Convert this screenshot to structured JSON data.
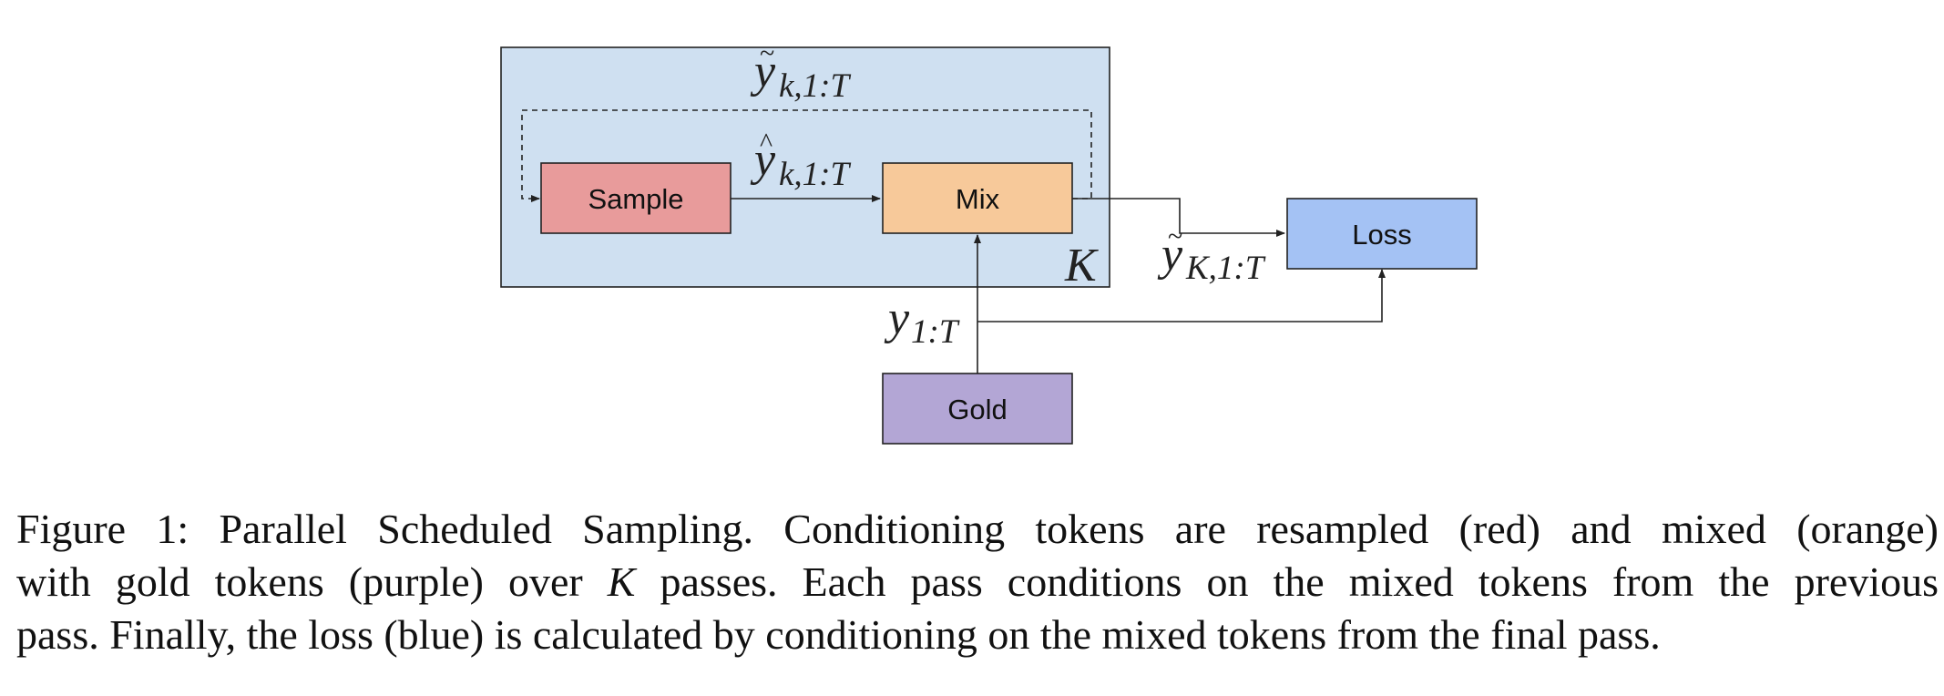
{
  "diagram": {
    "colors": {
      "container_fill": "#cfe0f1",
      "sample_fill": "#e89b9b",
      "mix_fill": "#f7c99a",
      "loss_fill": "#a4c2f4",
      "gold_fill": "#b3a6d5",
      "stroke": "#222222"
    },
    "nodes": {
      "sample": "Sample",
      "mix": "Mix",
      "loss": "Loss",
      "gold": "Gold"
    },
    "math_labels": {
      "loop_tilde_y": {
        "base": "y",
        "accent": "~",
        "sub": "k,1:T"
      },
      "hat_y": {
        "base": "y",
        "accent": "^",
        "sub": "k,1:T"
      },
      "passes_K": "K",
      "final_tilde_y": {
        "base": "y",
        "accent": "~",
        "sub": "K,1:T"
      },
      "gold_y": {
        "base": "y",
        "sub": "1:T"
      }
    },
    "edges": [
      {
        "from": "sample",
        "to": "mix",
        "label": "hat_y"
      },
      {
        "from": "mix",
        "to": "sample",
        "style": "dashed",
        "label": "loop_tilde_y"
      },
      {
        "from": "mix",
        "to": "loss",
        "label": "final_tilde_y"
      },
      {
        "from": "gold",
        "to": "mix",
        "label": "gold_y"
      },
      {
        "from": "gold",
        "to": "loss"
      }
    ]
  },
  "caption": {
    "line1": "Figure 1: Parallel Scheduled Sampling. Conditioning tokens are resampled (red) and mixed (orange)",
    "line2_a": "with gold tokens (purple) over",
    "line2_math": "K",
    "line2_b": "passes. Each pass conditions on the mixed tokens from the previous",
    "line3": "pass. Finally, the loss (blue) is calculated by conditioning on the mixed tokens from the final pass."
  }
}
